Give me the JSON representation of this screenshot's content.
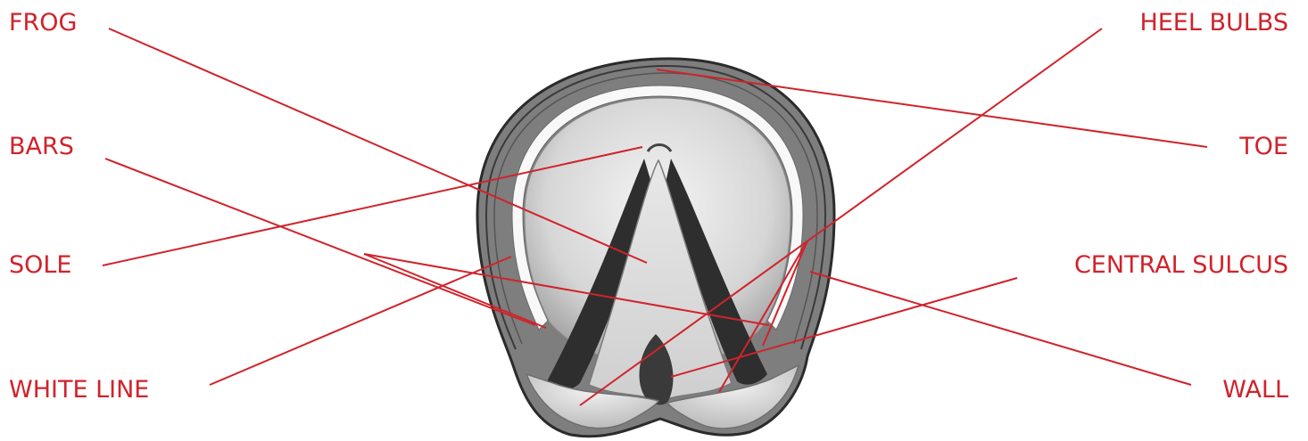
{
  "colors": {
    "label": "#d0232b",
    "leader_line": "#d0232b",
    "hoof_ink": "#2b2b2b",
    "hoof_shade": "#9a9a9a",
    "hoof_light": "#ececec"
  },
  "labels": {
    "frog": "FROG",
    "bars": "BARS",
    "sole": "SOLE",
    "white_line": "WHITE LINE",
    "heel_bulbs": "HEEL BULBS",
    "toe": "TOE",
    "central_sulcus": "CENTRAL SULCUS",
    "wall": "WALL"
  },
  "illustration": "hoof-underside-drawing"
}
